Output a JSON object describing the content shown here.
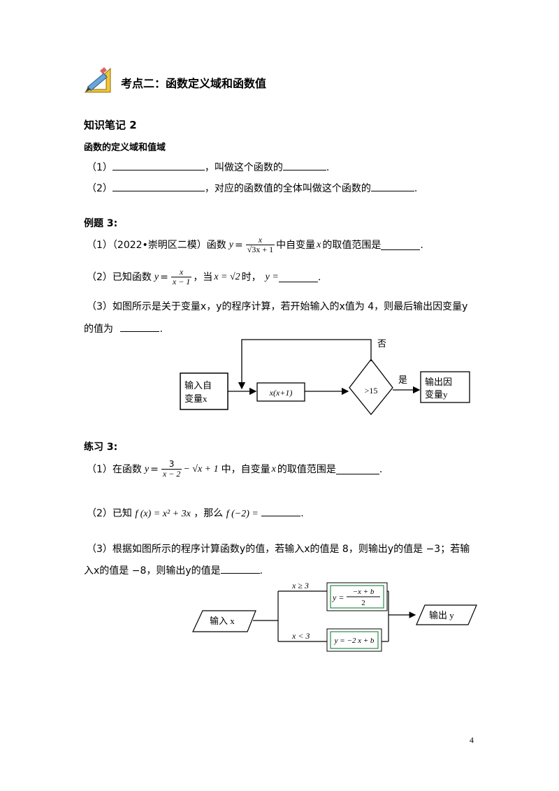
{
  "header": {
    "title": "考点二：函数定义域和函数值"
  },
  "notes": {
    "heading": "知识笔记 2",
    "subheading": "函数的定义域和值域",
    "line1_num": "（1）",
    "line1_mid": "，叫做这个函数的",
    "line1_end": ".",
    "line2_num": "（2）",
    "line2_mid": "，对应的函数值的全体叫做这个函数的",
    "line2_end": "."
  },
  "example": {
    "heading": "例题 3:",
    "q1_pre": "（1）（2022•崇明区二模）函数",
    "q1_y": "y",
    "q1_eq": "=",
    "q1_num": "x",
    "q1_den": "√3x + 1",
    "q1_mid": "中自变量",
    "q1_x": "x",
    "q1_post": "的取值范围是",
    "q1_end": ".",
    "q2_pre": "（2）已知函数",
    "q2_y": "y",
    "q2_eq": "=",
    "q2_num": "x",
    "q2_den": "x − 1",
    "q2_mid": "，当",
    "q2_cond": "x = √2",
    "q2_time": "时，",
    "q2_y2": "y =",
    "q2_end": ".",
    "q3_line1": "（3）如图所示是关于变量x，y的程序计算，若开始输入的x值为 4，则最后输出因变量y",
    "q3_line2_pre": "的值为",
    "q3_line2_end": ".",
    "flow": {
      "input_l1": "输入自",
      "input_l2": "变量x",
      "process": "x(x+1)",
      "decision": ">15",
      "no_label": "否",
      "yes_label": "是",
      "output_l1": "输出因",
      "output_l2": "变量y"
    }
  },
  "practice": {
    "heading": "练习 3:",
    "p1_pre": "（1）在函数",
    "p1_y": "y",
    "p1_eq": "=",
    "p1_num": "3",
    "p1_den": "x − 2",
    "p1_rest": "− √x + 1",
    "p1_mid": "中，自变量",
    "p1_x": "x",
    "p1_post": "的取值范围是",
    "p1_end": ".",
    "p2_pre": "（2）已知",
    "p2_expr": "f (x) = x² + 3x",
    "p2_mid": "，那么",
    "p2_q": "f (−2) =",
    "p2_end": ".",
    "p3_line1": "（3）根据如图所示的程序计算函数y的值，若输入x的值是 8，则输出y的值是 −3；若输",
    "p3_line2_pre": "入x的值是 −8，则输出y的值是",
    "p3_line2_end": ".",
    "flow": {
      "input": "输入 x",
      "cond_top": "x ≥ 3",
      "cond_bottom": "x < 3",
      "f1_lhs": "y =",
      "f1_num": "−x + b",
      "f1_den": "2",
      "f2": "y = −2 x + b",
      "output": "输出 y"
    }
  },
  "page_number": "4"
}
